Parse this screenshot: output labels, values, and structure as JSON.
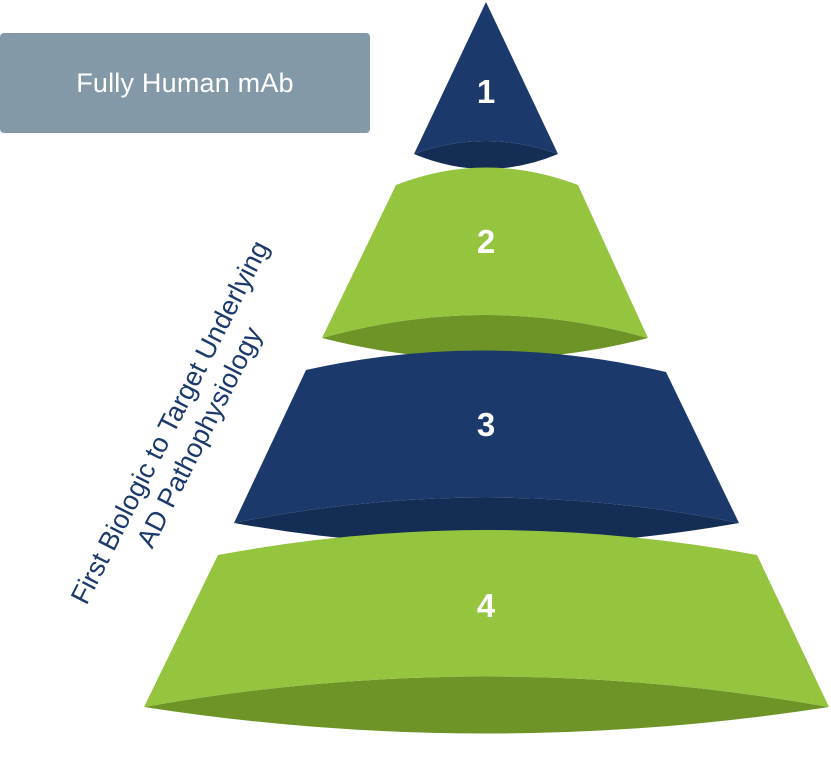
{
  "label_box": {
    "text": "Fully Human mAb",
    "color": "#8499a8",
    "text_color": "#ffffff"
  },
  "caption": {
    "line1": "First Biologic to Target Underlying",
    "line2": "AD Pathophysiology",
    "color": "#1b3a6b"
  },
  "tiers": [
    {
      "label": "1",
      "color": "#1b3a6b",
      "base_color": "#142d55"
    },
    {
      "label": "2",
      "color": "#95c43f",
      "base_color": "#6e9428"
    },
    {
      "label": "3",
      "color": "#1b3a6b",
      "base_color": "#142d55"
    },
    {
      "label": "4",
      "color": "#95c43f",
      "base_color": "#6e9428"
    }
  ],
  "number_color": "#ffffff"
}
